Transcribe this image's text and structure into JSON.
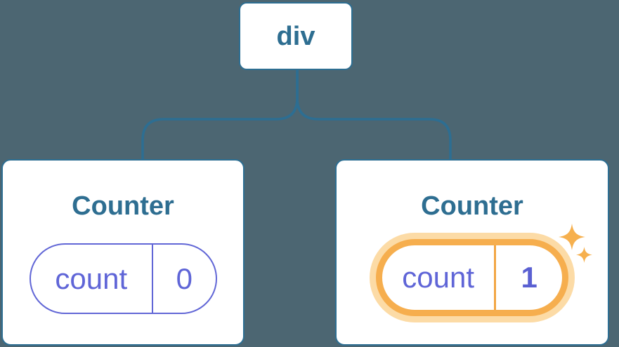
{
  "diagram": {
    "type": "component-tree",
    "root": {
      "label": "div"
    },
    "children": [
      {
        "title": "Counter",
        "state": {
          "name": "count",
          "value": "0"
        },
        "highlighted": false
      },
      {
        "title": "Counter",
        "state": {
          "name": "count",
          "value": "1"
        },
        "highlighted": true,
        "icon": "sparkle-icon"
      }
    ]
  },
  "colors": {
    "background": "#4c6672",
    "node_border_blue": "#2d6e92",
    "node_text_blue": "#2e6e91",
    "connector_blue": "#2d6e92",
    "badge_purple": "#6166d6",
    "badge_text_purple": "#5f65d7",
    "badge_value_bold_purple": "#5a60d2",
    "highlight_orange": "#f6ae4e",
    "highlight_orange_light": "#fcdba6",
    "sparkle_orange": "#f6b04e",
    "card_background": "#ffffff"
  }
}
